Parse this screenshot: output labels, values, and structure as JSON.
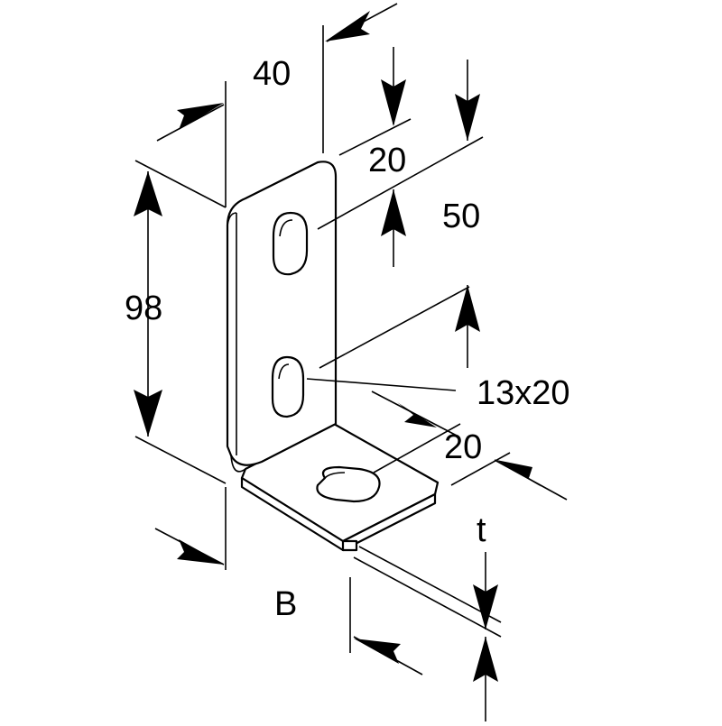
{
  "dimensions": {
    "width_label": "40",
    "height_label": "98",
    "hole_offset_label": "20",
    "hole_spacing_label": "50",
    "hole_size_label": "13x20",
    "base_hole_offset_label": "20",
    "thickness_label": "t",
    "base_label": "B"
  },
  "colors": {
    "line": "#000000",
    "background": "#ffffff"
  }
}
